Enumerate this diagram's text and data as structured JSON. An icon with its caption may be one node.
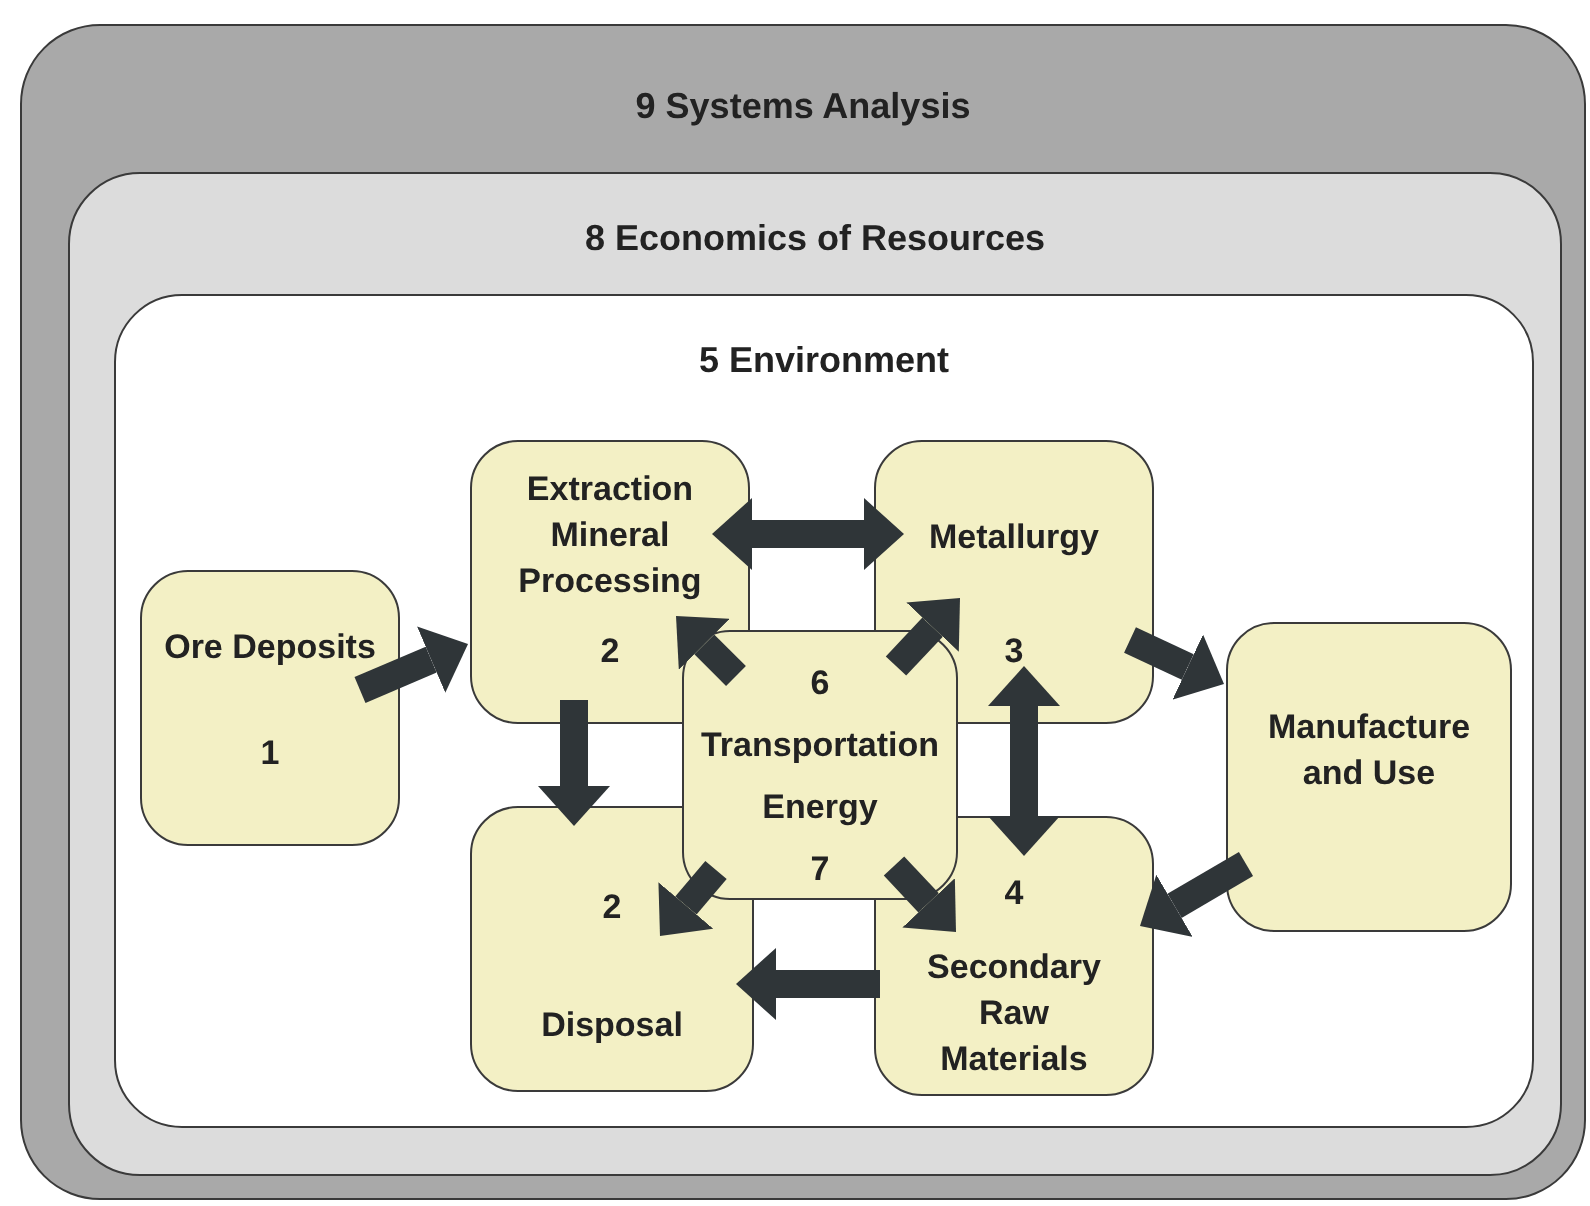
{
  "diagram": {
    "nodes": [
      {
        "text": [
          "9 Systems Analysis"
        ]
      },
      {
        "text": [
          "8 Economics of Resources"
        ],
        "in": 0
      },
      {
        "text": [
          "5 Environment"
        ],
        "in": 1
      },
      {
        "text": [
          "Ore Deposits",
          "1"
        ],
        "in": 2
      },
      {
        "text": [
          "Extraction Mineral Processing",
          "2"
        ],
        "in": 2
      },
      {
        "text": [
          "Metallurgy",
          "3"
        ],
        "in": 2
      },
      {
        "text": [
          "Manufacture and Use"
        ],
        "in": 2
      },
      {
        "text": [
          "2",
          "Disposal"
        ],
        "in": 2
      },
      {
        "text": [
          "4",
          "Secondary Raw Materials"
        ],
        "in": 2
      },
      {
        "text": [
          "6",
          "Transportation",
          "Energy",
          "7"
        ],
        "in": 2
      }
    ],
    "edges": [
      {
        "from": 3,
        "to": 4,
        "arrow": "to"
      },
      {
        "from": 4,
        "to": 5,
        "arrow": "both"
      },
      {
        "from": 4,
        "to": 7,
        "arrow": "to"
      },
      {
        "from": 9,
        "to": 4,
        "arrow": "to"
      },
      {
        "from": 9,
        "to": 5,
        "arrow": "to"
      },
      {
        "from": 5,
        "to": 6,
        "arrow": "to"
      },
      {
        "from": 5,
        "to": 8,
        "arrow": "both"
      },
      {
        "from": 9,
        "to": 7,
        "arrow": "to"
      },
      {
        "from": 9,
        "to": 8,
        "arrow": "to"
      },
      {
        "from": 6,
        "to": 8,
        "arrow": "to"
      },
      {
        "from": 8,
        "to": 7,
        "arrow": "to"
      }
    ]
  }
}
